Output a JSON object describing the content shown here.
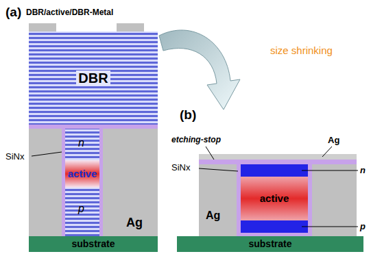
{
  "diagram": {
    "nodes": [
      {
        "text": [
          "DBR"
        ]
      },
      {
        "text": [
          "active"
        ]
      },
      {
        "text": [
          "substrate"
        ]
      },
      {
        "text": [
          "active"
        ]
      },
      {
        "text": [
          "substrate"
        ]
      }
    ],
    "labels": [
      "(a)",
      "DBR/active/DBR-Metal",
      "SiNx",
      "n",
      "p",
      "Ag",
      "size shrinking",
      "(b)",
      "etching-stop",
      "Ag",
      "SiNx",
      "Ag",
      "n",
      "p"
    ]
  }
}
